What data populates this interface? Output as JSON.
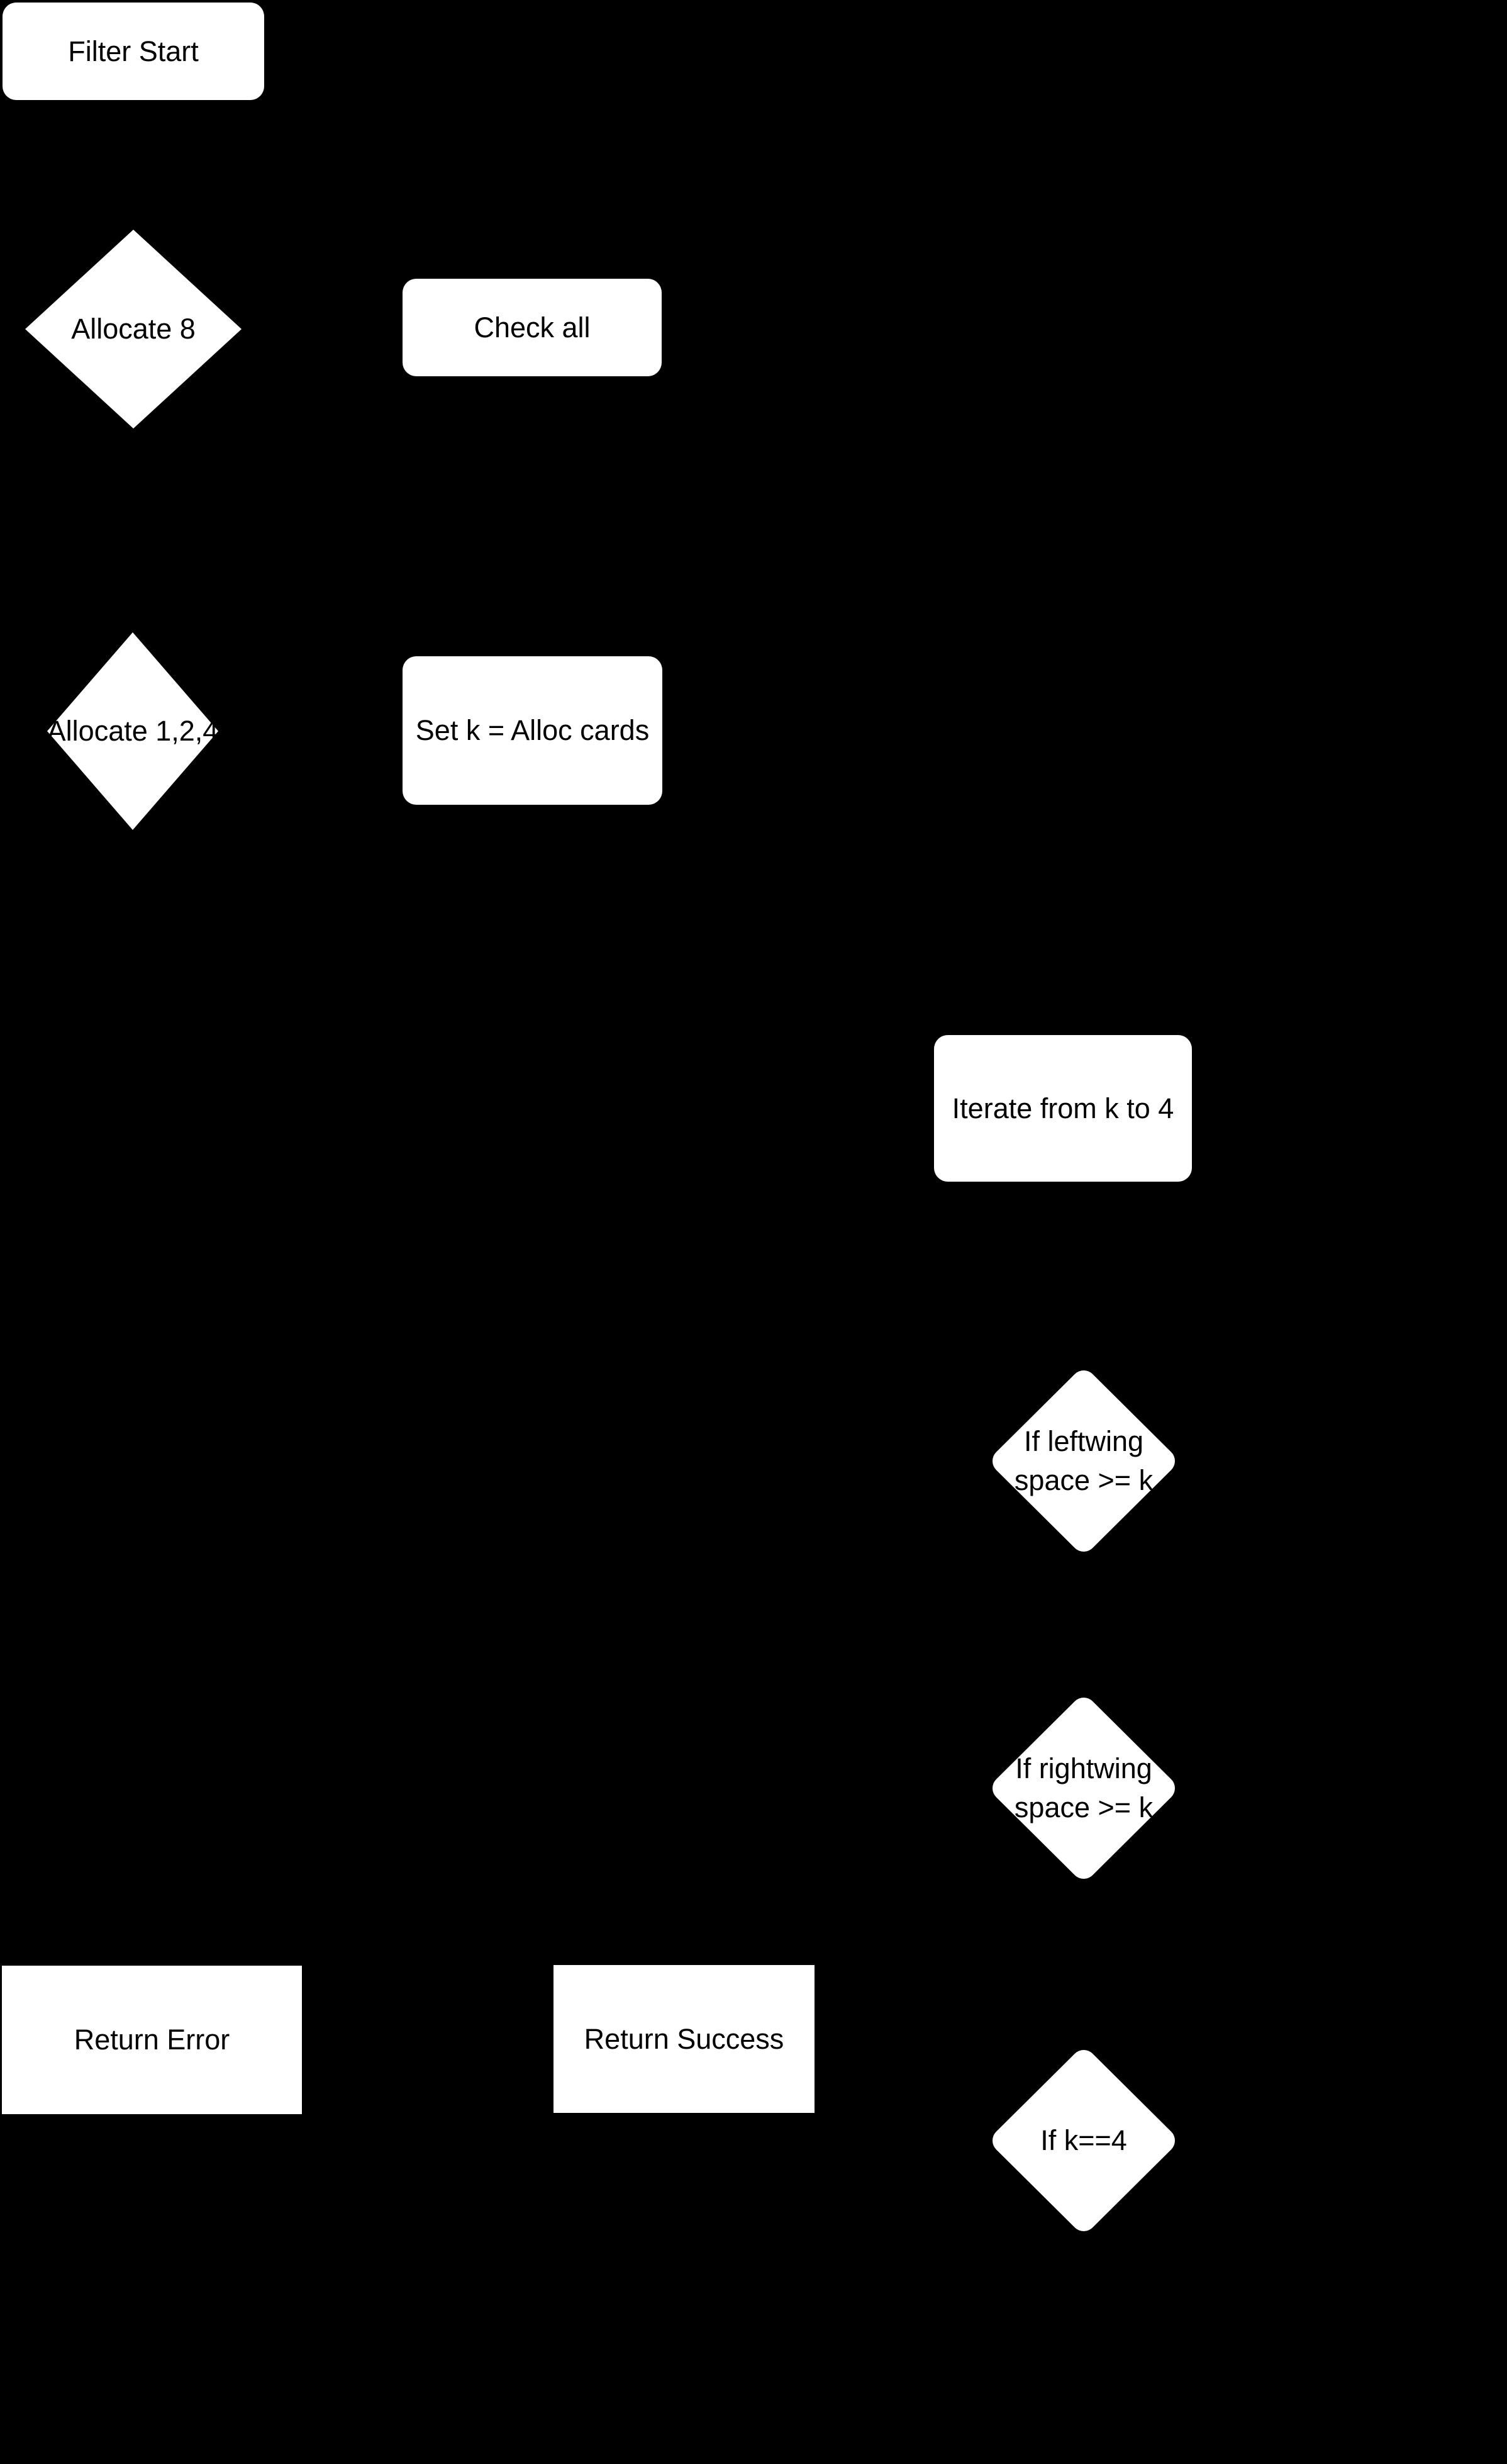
{
  "diagram": {
    "type": "flowchart",
    "colors": {
      "background": "#000000",
      "shape_fill": "#ffffff",
      "label_text": "#000000"
    }
  },
  "nodes": {
    "filter_start": {
      "shape": "rounded-rect",
      "label": "Filter Start"
    },
    "allocate_8": {
      "shape": "diamond",
      "label": "Allocate 8"
    },
    "check_all": {
      "shape": "rounded-rect",
      "label": "Check all"
    },
    "allocate_124": {
      "shape": "diamond",
      "label": "Allocate 1,2,4"
    },
    "set_k": {
      "shape": "rounded-rect",
      "label": "Set k = Alloc cards"
    },
    "iterate": {
      "shape": "rounded-rect",
      "label": "Iterate from k to 4"
    },
    "if_leftwing": {
      "shape": "rounded-diamond",
      "line1": "If leftwing",
      "line2": "space >= k"
    },
    "if_rightwing": {
      "shape": "rounded-diamond",
      "line1": "If rightwing",
      "line2": "space >= k"
    },
    "return_error": {
      "shape": "rect",
      "label": "Return Error"
    },
    "return_success": {
      "shape": "rect",
      "label": "Return Success"
    },
    "if_k4": {
      "shape": "rounded-diamond",
      "label": "If k==4"
    }
  }
}
